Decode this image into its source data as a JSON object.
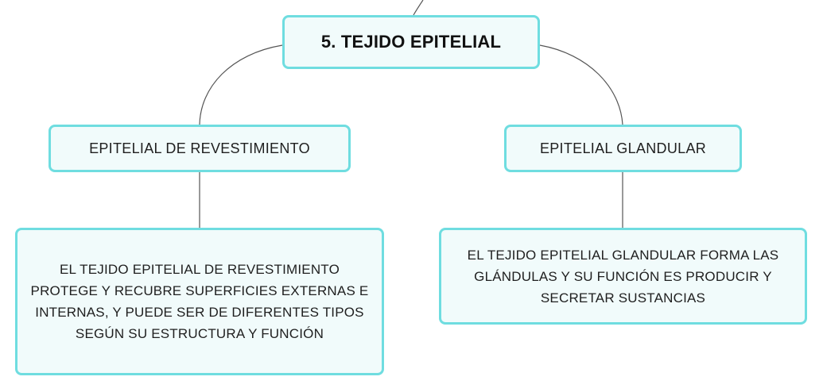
{
  "diagram": {
    "root": {
      "label": "5. TEJIDO EPITELIAL"
    },
    "branches": [
      {
        "label": "EPITELIAL DE REVESTIMIENTO",
        "detail": "EL TEJIDO EPITELIAL DE REVESTIMIENTO PROTEGE Y RECUBRE SUPERFICIES EXTERNAS E INTERNAS, Y PUEDE SER DE DIFERENTES TIPOS SEGÚN SU ESTRUCTURA Y FUNCIÓN"
      },
      {
        "label": "EPITELIAL GLANDULAR",
        "detail": "EL TEJIDO EPITELIAL GLANDULAR FORMA LAS GLÁNDULAS Y SU FUNCIÓN ES PRODUCIR Y SECRETAR SUSTANCIAS"
      }
    ]
  },
  "colors": {
    "node_border": "#6fdde0",
    "node_fill": "#f1fbfb",
    "connector": "#555555"
  }
}
